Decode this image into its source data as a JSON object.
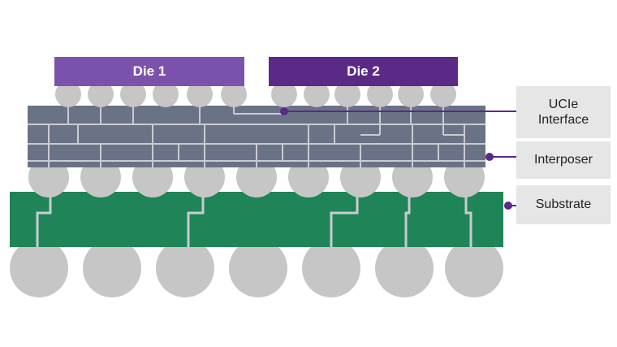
{
  "die1": {
    "label": "Die 1"
  },
  "die2": {
    "label": "Die 2"
  },
  "callouts": {
    "ucie_line1": "UCIe",
    "ucie_line2": "Interface",
    "interposer": "Interposer",
    "substrate": "Substrate"
  },
  "colors": {
    "die1": "#7b52ab",
    "die2": "#5b2a86",
    "interposer": "#6a7385",
    "substrate": "#1f8457",
    "bump": "#c6c6c6",
    "trace": "#c8cbd2",
    "callout_bg": "#e6e6e6",
    "leader": "#5b2a86"
  }
}
